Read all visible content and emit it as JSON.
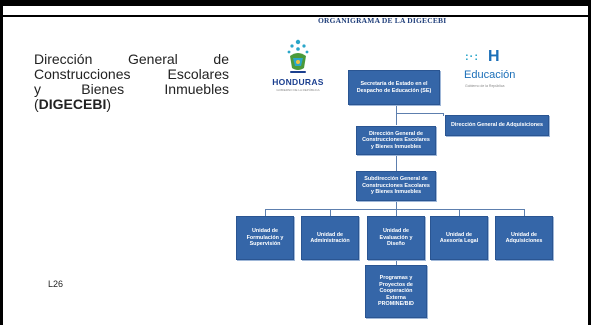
{
  "description": {
    "lines": [
      "Dirección General de",
      "Construcciones Escolares",
      "y Bienes Inmuebles"
    ],
    "acronym_open": "(",
    "acronym": "DIGECEBI",
    "acronym_close": ")"
  },
  "code": "L26",
  "org_title": "ORGANIGRAMA DE LA DIGECEBI",
  "logos": {
    "honduras": {
      "word": "HONDURAS",
      "sub": "GOBIERNO DE LA REPÚBLICA"
    },
    "educacion": {
      "dots": ":·:",
      "h": "H",
      "word": "Educación",
      "sub": "Gobierno de la República"
    }
  },
  "chart": {
    "secretaria": "Secretaría de Estado en el Despacho de Educación (SE)",
    "adquisiciones_dg": "Dirección General de Adquisiciones",
    "direccion_general": "Dirección General de Construcciones Escolares y Bienes Inmuebles",
    "subdireccion": "Subdirección General de Construcciones Escolares y Bienes Inmuebles",
    "units": [
      "Unidad de Formulación y Supervisión",
      "Unidad de Administración",
      "Unidad de Evaluación y Diseño",
      "Unidad de Asesoría Legal",
      "Unidad de Adquisiciones"
    ],
    "programas": "Programas y Proyectos de Cooperación Externa PROMINE/BID"
  },
  "colors": {
    "box": "#3566a8",
    "connector": "#5d7fae",
    "title": "#1f3e7a"
  }
}
